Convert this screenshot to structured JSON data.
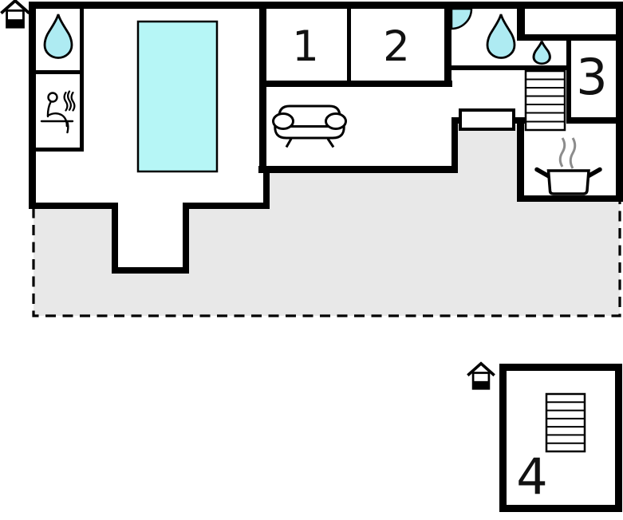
{
  "plan": {
    "kind": "floor-plan",
    "room_labels": [
      "1",
      "2",
      "3",
      "4"
    ],
    "colors": {
      "water": "#aeebf2",
      "pool": "#b6f6f6",
      "terrace": "#e8e8e8",
      "wall": "#000000",
      "steam": "#8c8c8c",
      "paper": "#ffffff"
    },
    "icons": {
      "entrance": "house-entrance",
      "bathroom": "water-drop",
      "wc": "water-drop-small",
      "shower": "corner-shower",
      "sauna": "sauna-person",
      "sofa": "sofa",
      "stairs": "stairs",
      "stove": "cooking-pot"
    }
  }
}
